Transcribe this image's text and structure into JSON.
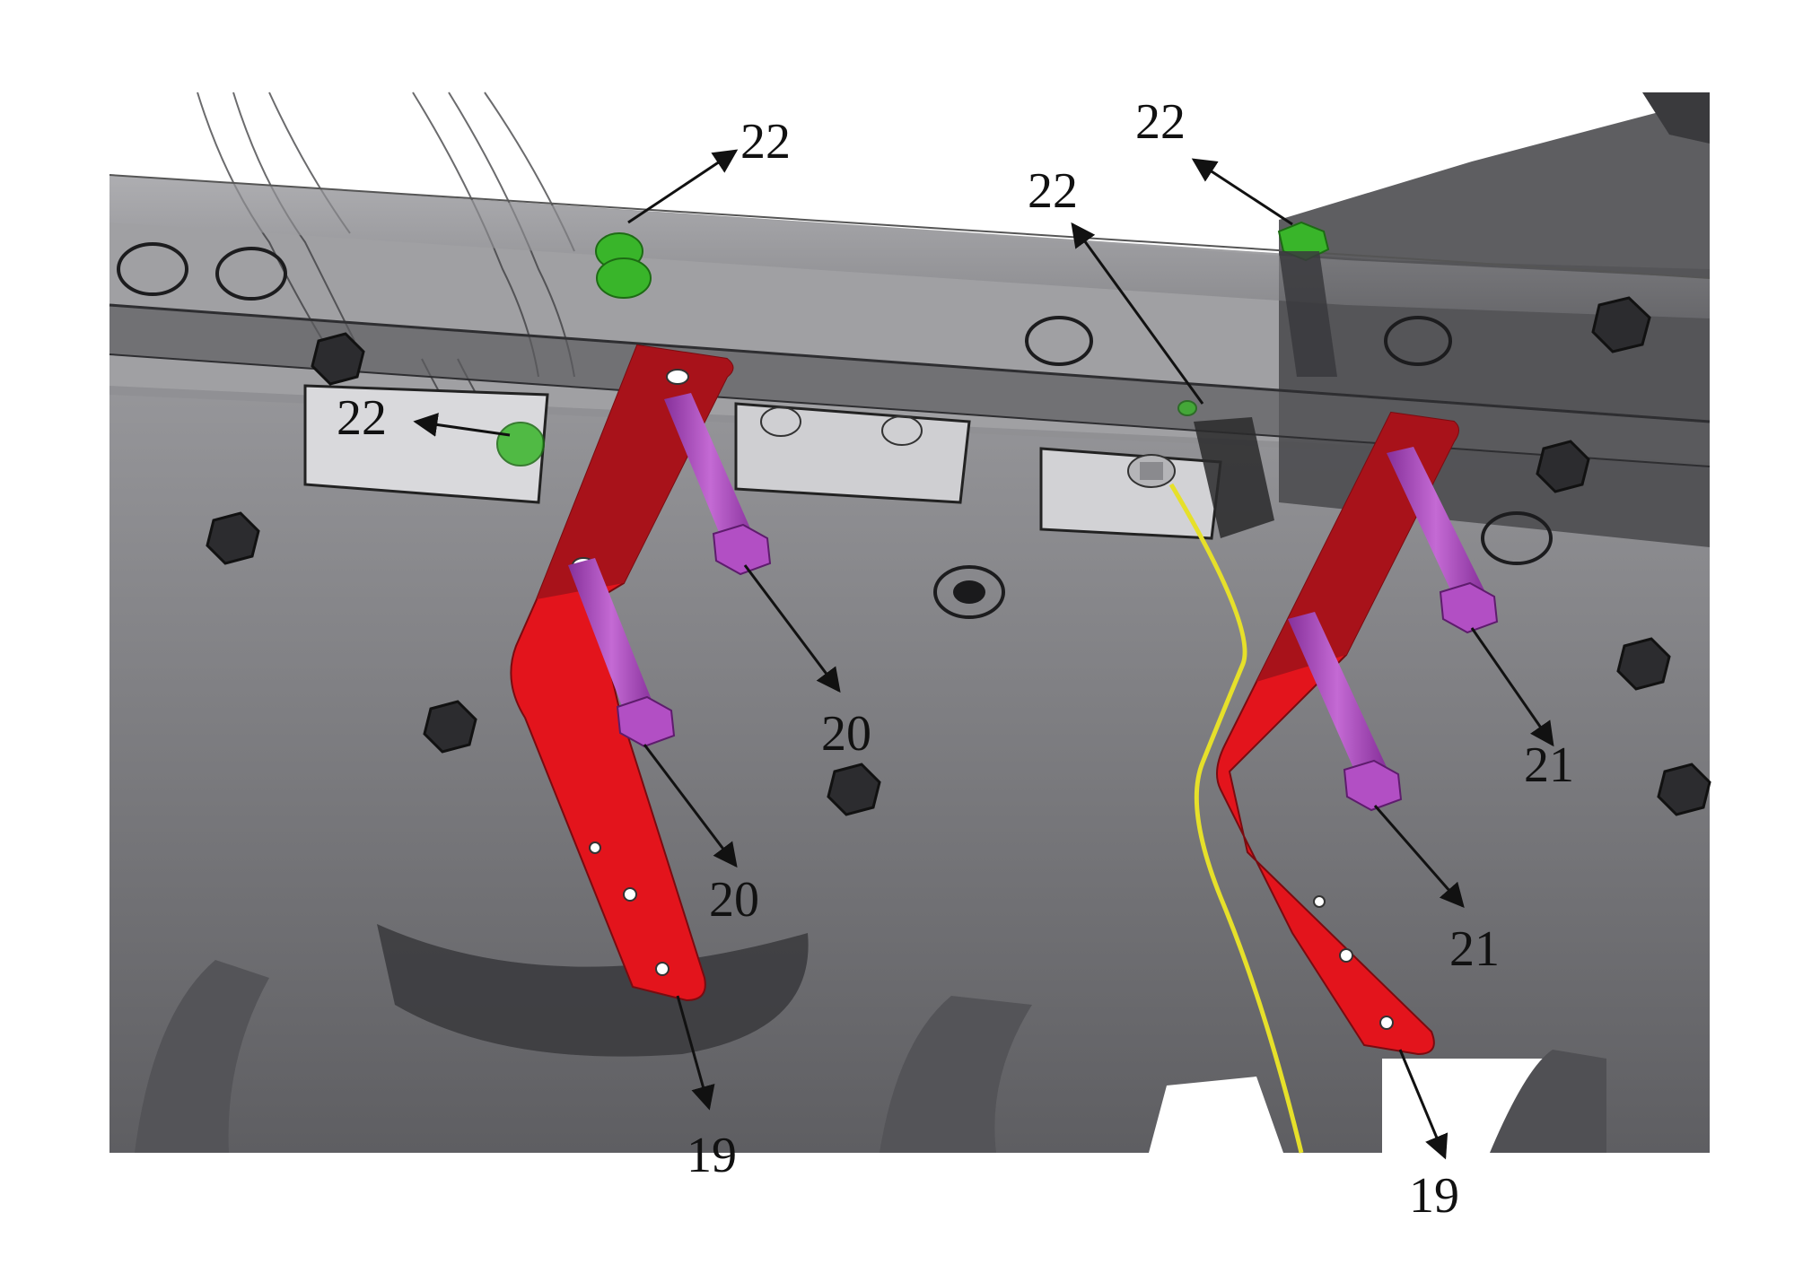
{
  "colors": {
    "background": "#ffffff",
    "housing": "#6f6f72",
    "housing_dark": "#3e3e41",
    "housing_light": "#9c9ca0",
    "rail": "#8a8a8e",
    "bracket": "#e3141c",
    "bracket_dark": "#a8121a",
    "bolt": "#b24fc4",
    "bolt_dark": "#86309a",
    "nut_green": "#39b52a",
    "wire": "#e6e02a",
    "arrow": "#111111"
  },
  "callouts": [
    {
      "id": "c22a",
      "text": "22"
    },
    {
      "id": "c22b",
      "text": "22"
    },
    {
      "id": "c22c",
      "text": "22"
    },
    {
      "id": "c22d",
      "text": "22"
    },
    {
      "id": "c20a",
      "text": "20"
    },
    {
      "id": "c20b",
      "text": "20"
    },
    {
      "id": "c21a",
      "text": "21"
    },
    {
      "id": "c21b",
      "text": "21"
    },
    {
      "id": "c19a",
      "text": "19"
    },
    {
      "id": "c19b",
      "text": "19"
    }
  ]
}
